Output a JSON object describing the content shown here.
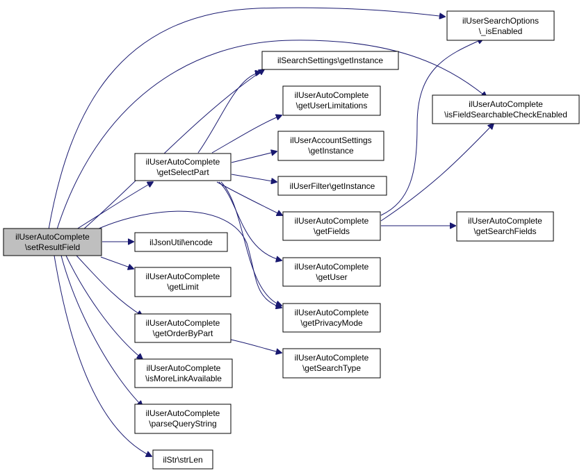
{
  "diagram": {
    "edge_color": "#191970",
    "root_fill": "#bfbfbf",
    "nodes": {
      "root": [
        "ilUserAutoComplete",
        "\\setResultField"
      ],
      "getSelectPart": [
        "ilUserAutoComplete",
        "\\getSelectPart"
      ],
      "searchOptionsEnabled": [
        "ilUserSearchOptions",
        "\\_isEnabled"
      ],
      "searchSettings": [
        "ilSearchSettings\\getInstance"
      ],
      "fieldSearchable": [
        "ilUserAutoComplete",
        "\\isFieldSearchableCheckEnabled"
      ],
      "userLimitations": [
        "ilUserAutoComplete",
        "\\getUserLimitations"
      ],
      "accountSettings": [
        "ilUserAccountSettings",
        "\\getInstance"
      ],
      "userFilter": [
        "ilUserFilter\\getInstance"
      ],
      "getFields": [
        "ilUserAutoComplete",
        "\\getFields"
      ],
      "getSearchFields": [
        "ilUserAutoComplete",
        "\\getSearchFields"
      ],
      "jsonEncode": [
        "ilJsonUtil\\encode"
      ],
      "getLimit": [
        "ilUserAutoComplete",
        "\\getLimit"
      ],
      "getUser": [
        "ilUserAutoComplete",
        "\\getUser"
      ],
      "getPrivacyMode": [
        "ilUserAutoComplete",
        "\\getPrivacyMode"
      ],
      "getOrderByPart": [
        "ilUserAutoComplete",
        "\\getOrderByPart"
      ],
      "getSearchType": [
        "ilUserAutoComplete",
        "\\getSearchType"
      ],
      "isMoreLinkAvailable": [
        "ilUserAutoComplete",
        "\\isMoreLinkAvailable"
      ],
      "parseQueryString": [
        "ilUserAutoComplete",
        "\\parseQueryString"
      ],
      "strLen": [
        "ilStr\\strLen"
      ]
    }
  }
}
